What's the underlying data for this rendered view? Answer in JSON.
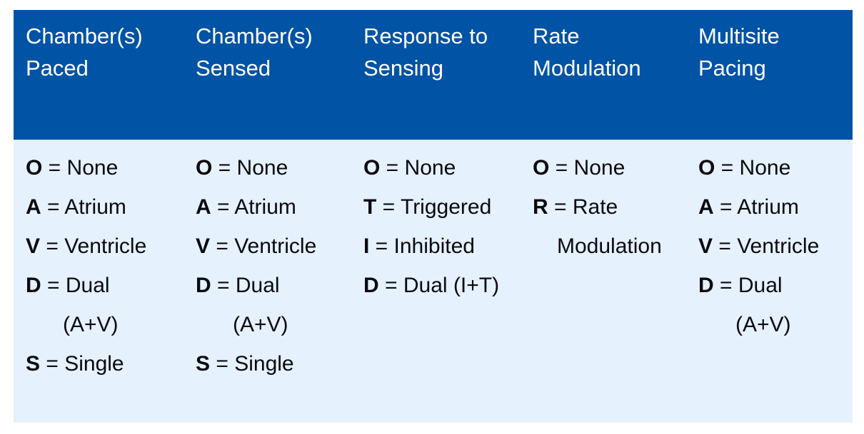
{
  "table": {
    "equals_sign": "=",
    "colors": {
      "header_background": "#0153A5",
      "header_text": "#FFFFFF",
      "body_background": "#E5F1FC",
      "body_text": "#0A0A10",
      "page_background": "#FFFFFF"
    },
    "columns": [
      {
        "id": "chambers-paced",
        "header": "Chamber(s)\nPaced",
        "entries": [
          {
            "code": "O",
            "term": "None"
          },
          {
            "code": "A",
            "term": "Atrium"
          },
          {
            "code": "V",
            "term": "Ventricle"
          },
          {
            "code": "D",
            "term": "Dual"
          },
          {
            "cont": "(A+V)"
          },
          {
            "code": "S",
            "term": "Single"
          }
        ]
      },
      {
        "id": "chambers-sensed",
        "header": "Chamber(s)\nSensed",
        "entries": [
          {
            "code": "O",
            "term": "None"
          },
          {
            "code": "A",
            "term": "Atrium"
          },
          {
            "code": "V",
            "term": "Ventricle"
          },
          {
            "code": "D",
            "term": "Dual"
          },
          {
            "cont": "(A+V)"
          },
          {
            "code": "S",
            "term": "Single"
          }
        ]
      },
      {
        "id": "response-to-sensing",
        "header": "Response to\nSensing",
        "entries": [
          {
            "code": "O",
            "term": "None"
          },
          {
            "code": "T",
            "term": "Triggered"
          },
          {
            "code": "I",
            "term": "Inhibited"
          },
          {
            "code": "D",
            "term": "Dual (I+T)"
          }
        ]
      },
      {
        "id": "rate-modulation",
        "header": "Rate\nModulation",
        "entries": [
          {
            "code": "O",
            "term": "None"
          },
          {
            "code": "R",
            "term": "Rate"
          },
          {
            "cont": "Modulation"
          }
        ]
      },
      {
        "id": "multisite-pacing",
        "header": "Multisite\nPacing",
        "entries": [
          {
            "code": "O",
            "term": "None"
          },
          {
            "code": "A",
            "term": "Atrium"
          },
          {
            "code": "V",
            "term": "Ventricle"
          },
          {
            "code": "D",
            "term": "Dual"
          },
          {
            "cont": "(A+V)"
          }
        ]
      }
    ]
  }
}
